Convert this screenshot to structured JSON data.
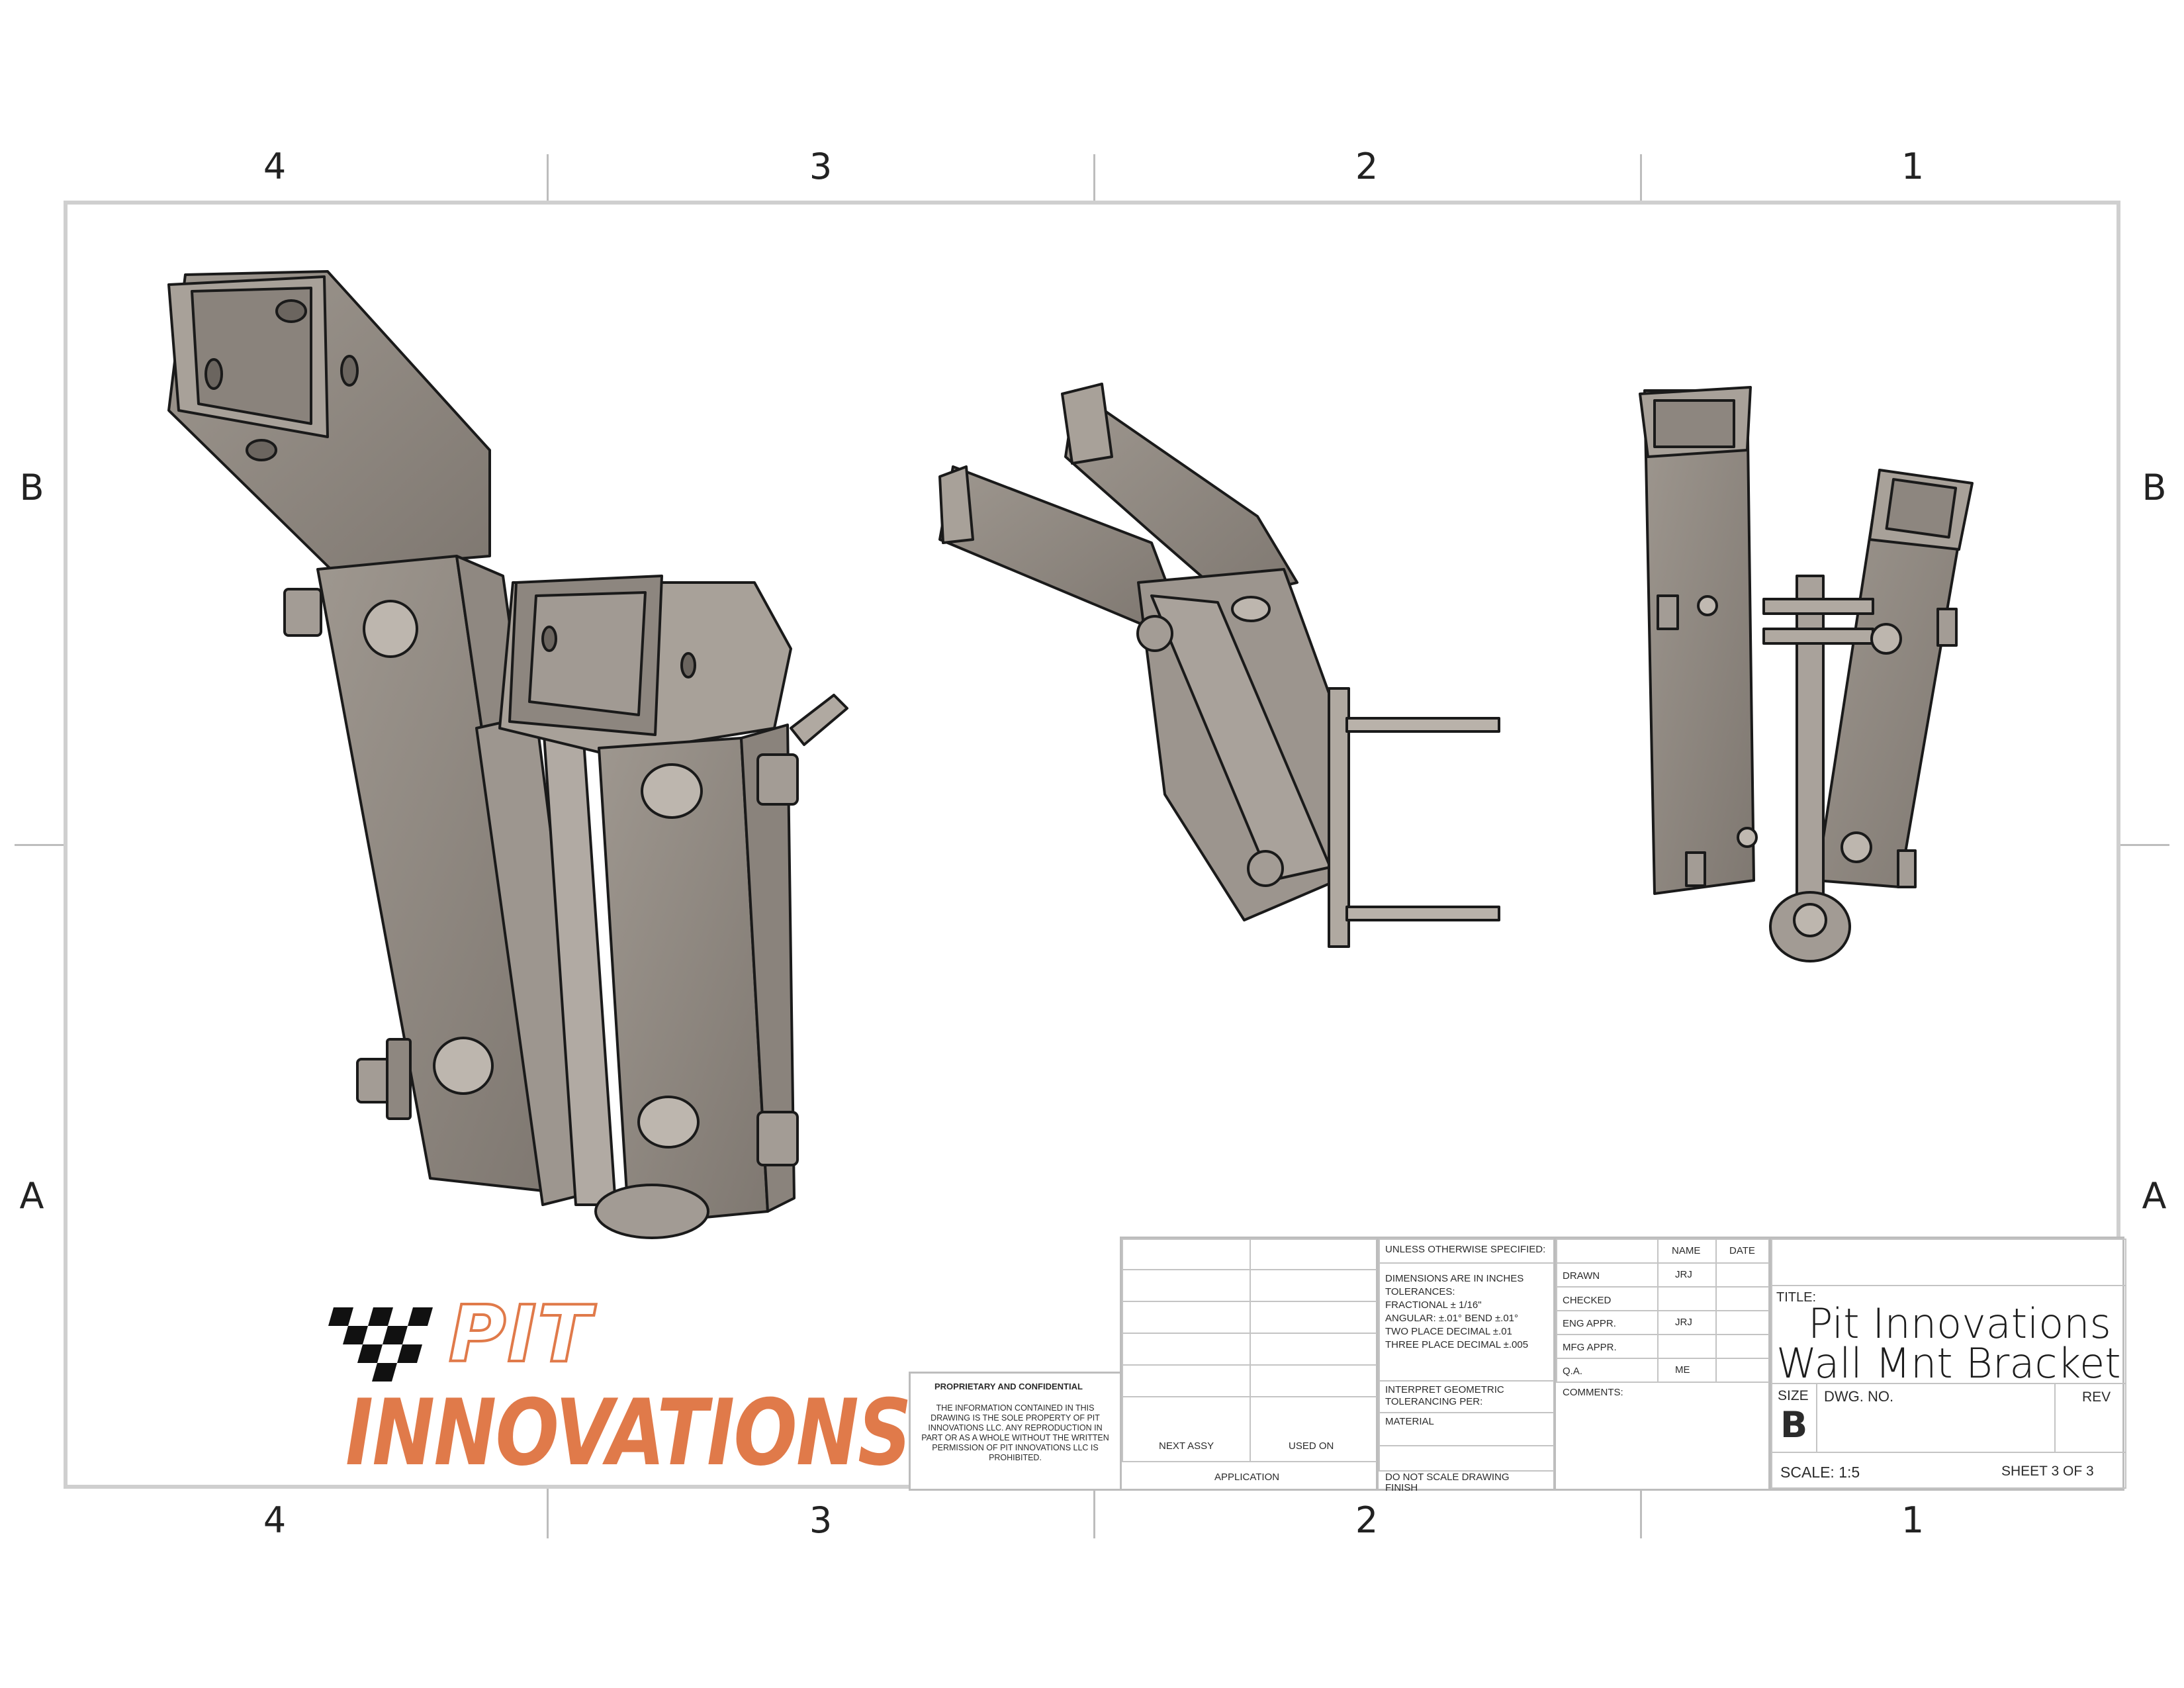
{
  "zones": {
    "columns": [
      "4",
      "3",
      "2",
      "1"
    ],
    "rows": [
      "B",
      "A"
    ]
  },
  "logo": {
    "line1": "PIT",
    "line2": "INNOVATIONS",
    "color": "#e07a4a"
  },
  "proprietary": {
    "heading": "PROPRIETARY AND CONFIDENTIAL",
    "body": "THE INFORMATION CONTAINED IN THIS DRAWING IS THE SOLE PROPERTY OF PIT INNOVATIONS LLC. ANY REPRODUCTION IN PART OR AS A WHOLE WITHOUT THE WRITTEN PERMISSION OF PIT INNOVATIONS LLC IS PROHIBITED."
  },
  "assembly": {
    "next_assy": "NEXT ASSY",
    "used_on": "USED ON",
    "application": "APPLICATION"
  },
  "tolerances": {
    "header": "UNLESS OTHERWISE SPECIFIED:",
    "lines": [
      "DIMENSIONS ARE IN INCHES",
      "TOLERANCES:",
      "FRACTIONAL ± 1/16\"",
      "ANGULAR: ±.01°   BEND  ±.01°",
      "TWO PLACE DECIMAL    ±.01",
      "THREE PLACE DECIMAL  ±.005"
    ],
    "interpret": [
      "INTERPRET GEOMETRIC",
      "TOLERANCING PER:"
    ],
    "material": "MATERIAL",
    "finish": "FINISH",
    "no_scale": "DO NOT SCALE DRAWING"
  },
  "approvals": {
    "name_header": "NAME",
    "date_header": "DATE",
    "rows": [
      {
        "label": "DRAWN",
        "name": "JRJ",
        "date": ""
      },
      {
        "label": "CHECKED",
        "name": "",
        "date": ""
      },
      {
        "label": "ENG APPR.",
        "name": "JRJ",
        "date": ""
      },
      {
        "label": "MFG APPR.",
        "name": "",
        "date": ""
      },
      {
        "label": "Q.A.",
        "name": "ME",
        "date": ""
      }
    ],
    "comments": "COMMENTS:"
  },
  "title_block": {
    "title_label": "TITLE:",
    "title_line1": "Pit Innovations",
    "title_line2": "Wall Mnt Bracket",
    "size_label": "SIZE",
    "size": "B",
    "dwg_no_label": "DWG.  NO.",
    "rev_label": "REV",
    "scale": "SCALE: 1:5",
    "sheet": "SHEET 3 OF 3"
  }
}
